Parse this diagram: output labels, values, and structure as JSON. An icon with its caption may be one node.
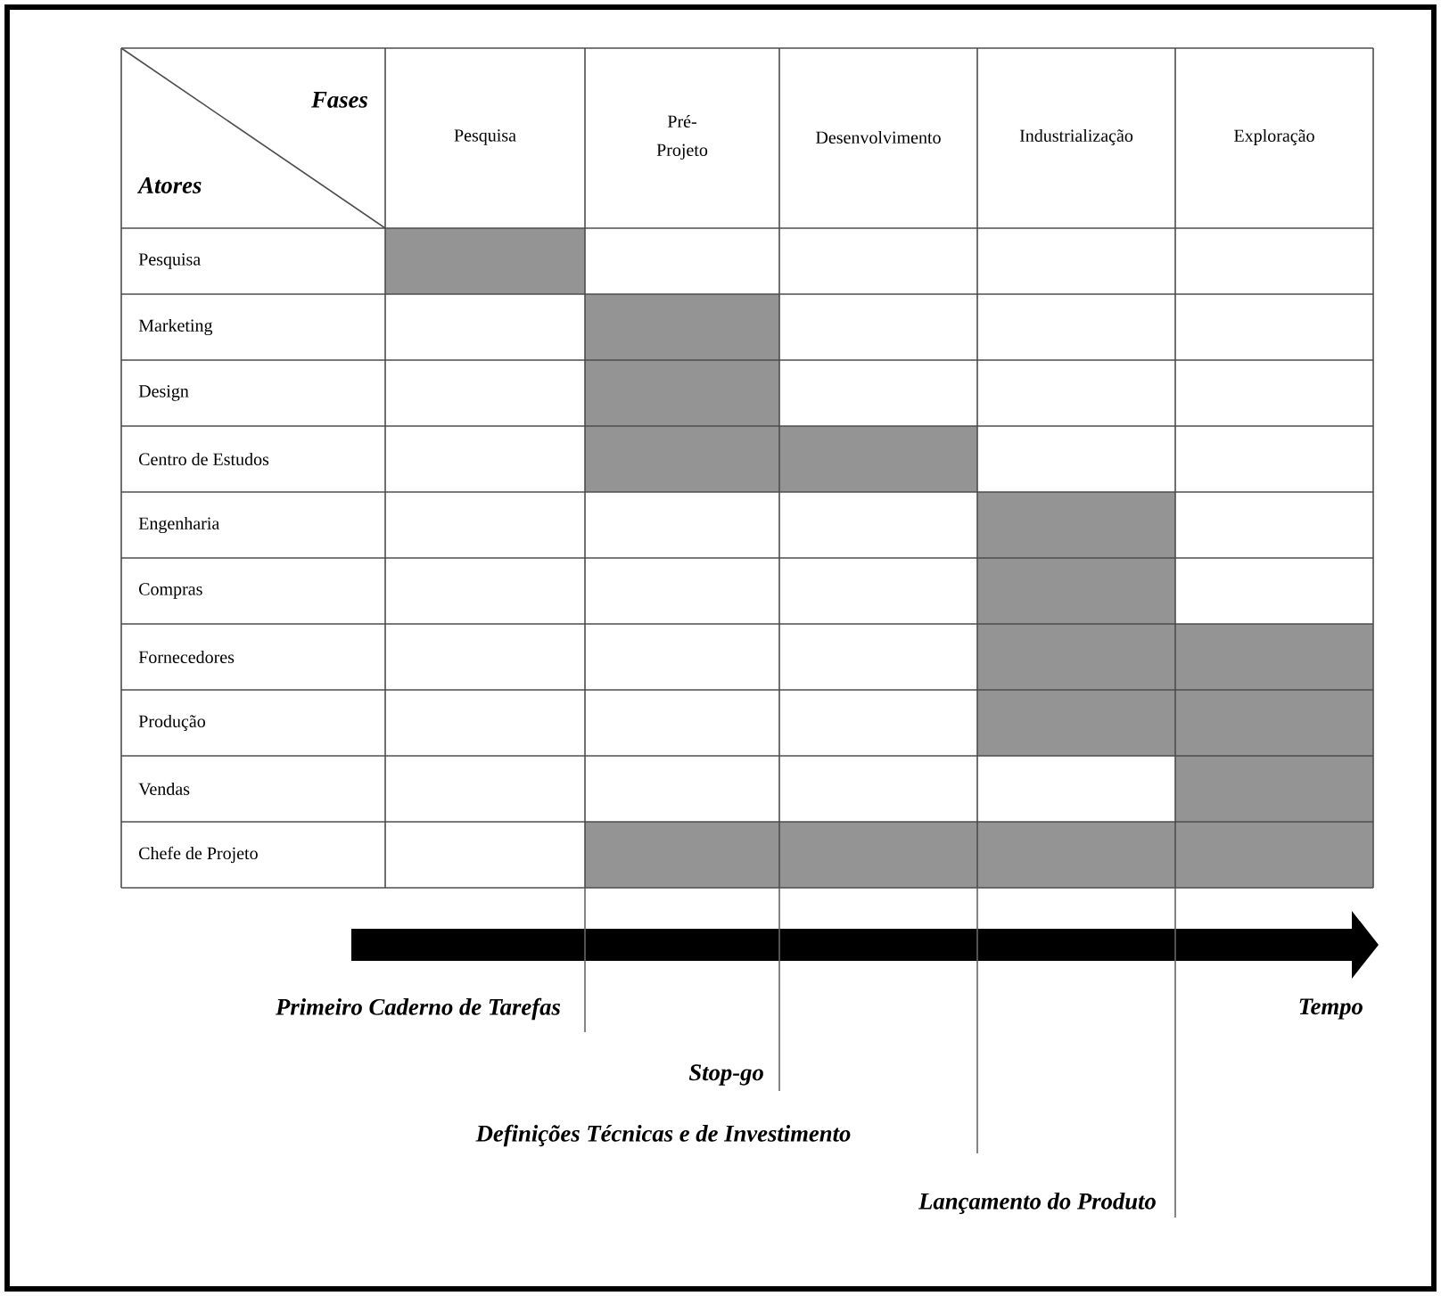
{
  "diagram": {
    "nodes": [
      {
        "text": [],
        "shape": "bar"
      },
      {
        "text": [],
        "shape": "bar"
      },
      {
        "text": [],
        "shape": "bar"
      },
      {
        "text": [],
        "shape": "bar"
      },
      {
        "text": [],
        "shape": "bar"
      },
      {
        "text": [],
        "shape": "bar"
      },
      {
        "text": [],
        "shape": "bar"
      },
      {
        "text": [],
        "shape": "bar"
      },
      {
        "text": [],
        "shape": "bar"
      },
      {
        "text": [],
        "shape": "bar"
      },
      {
        "text": [],
        "shape": "bar"
      },
      {
        "text": [],
        "shape": "bar"
      },
      {
        "text": [],
        "shape": "bar"
      },
      {
        "text": [],
        "shape": "bar"
      },
      {
        "text": [],
        "shape": "bar"
      },
      {
        "text": [],
        "shape": "bar"
      }
    ],
    "edges": [],
    "labels": [
      "Fases",
      "Atores",
      "Pesquisa",
      "Pré-Projeto",
      "Desenvolvimento",
      "Industrialização",
      "Exploração",
      "Pesquisa",
      "Marketing",
      "Design",
      "Centro de Estudos",
      "Engenharia",
      "Compras",
      "Fornecedores",
      "Produção",
      "Vendas",
      "Chefe de Projeto",
      "Primeiro Caderno de Tarefas",
      "Tempo",
      "Stop-go",
      "Definições Técnicas e de Investimento",
      "Lançamento do Produto"
    ]
  }
}
